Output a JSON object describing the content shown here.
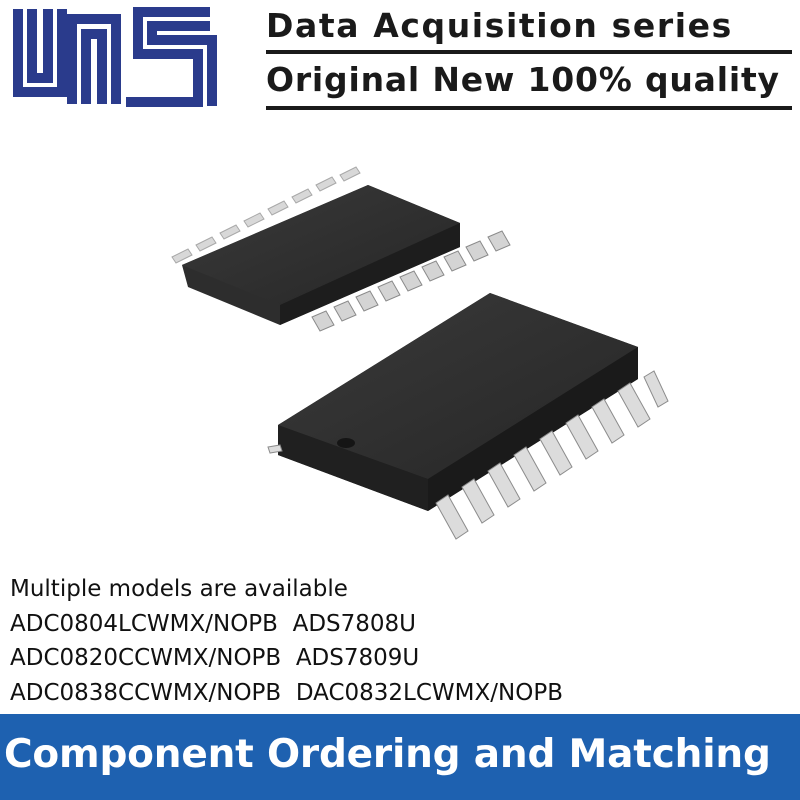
{
  "logo": {
    "icon": "uns-logo-icon",
    "color": "#2a3b8c"
  },
  "header": {
    "line1": "Data Acquisition series",
    "line2": "Original New 100% quality"
  },
  "product_image": {
    "icon": "ic-chip-soic-package-icon"
  },
  "models": {
    "intro": "Multiple models are available",
    "rows": [
      "ADC0804LCWMX/NOPB  ADS7808U",
      "ADC0820CCWMX/NOPB  ADS7809U",
      "ADC0838CCWMX/NOPB  DAC0832LCWMX/NOPB"
    ]
  },
  "banner": {
    "text": "Component Ordering and Matching",
    "color": "#1e61b0"
  }
}
